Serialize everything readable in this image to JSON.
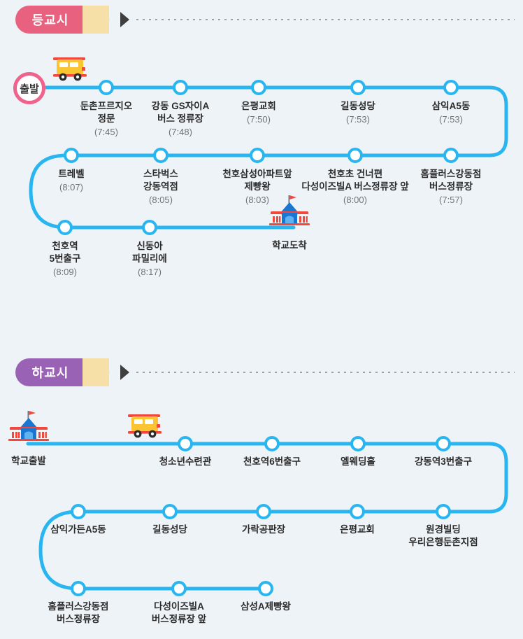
{
  "page": {
    "background_color": "#eef3f7",
    "line_color": "#29b6f0",
    "stop_fill_color": "#ffffff",
    "text_color": "#2b2b2b",
    "time_color": "#6e7479"
  },
  "sections": [
    {
      "id": "morning",
      "header_label": "등교시",
      "header_color": "#e8617f",
      "start": {
        "label": "출발",
        "ring_color": "#f0628c"
      },
      "end": {
        "label": "학교도착",
        "icon": "school-icon"
      },
      "bus_icon": "school-bus-icon",
      "stops": [
        {
          "name": "둔촌프르지오\n정문",
          "name_lines": [
            "둔촌프르지오",
            "정문"
          ],
          "time": "(7:45)"
        },
        {
          "name": "강동 GS자이A\n버스 정류장",
          "name_lines": [
            "강동 GS자이A",
            "버스 정류장"
          ],
          "time": "(7:48)"
        },
        {
          "name": "은평교회",
          "name_lines": [
            "은평교회"
          ],
          "time": "(7:50)"
        },
        {
          "name": "길동성당",
          "name_lines": [
            "길동성당"
          ],
          "time": "(7:53)"
        },
        {
          "name": "삼익A5동",
          "name_lines": [
            "삼익A5동"
          ],
          "time": "(7:53)"
        },
        {
          "name": "홈플러스강동점\n버스정류장",
          "name_lines": [
            "홈플러스강동점",
            "버스정류장"
          ],
          "time": "(7:57)"
        },
        {
          "name": "천호초 건너편\n다성이즈빌A 버스정류장 앞",
          "name_lines": [
            "천호초 건너편",
            "다성이즈빌A 버스정류장 앞"
          ],
          "time": "(8:00)"
        },
        {
          "name": "천호삼성아파트앞\n제빵왕",
          "name_lines": [
            "천호삼성아파트앞",
            "제빵왕"
          ],
          "time": "(8:03)"
        },
        {
          "name": "스타벅스\n강동역점",
          "name_lines": [
            "스타벅스",
            "강동역점"
          ],
          "time": "(8:05)"
        },
        {
          "name": "트레벨",
          "name_lines": [
            "트레벨"
          ],
          "time": "(8:07)"
        },
        {
          "name": "천호역\n5번출구",
          "name_lines": [
            "천호역",
            "5번출구"
          ],
          "time": "(8:09)"
        },
        {
          "name": "신동아\n파밀리에",
          "name_lines": [
            "신동아",
            "파밀리에"
          ],
          "time": "(8:17)"
        }
      ]
    },
    {
      "id": "afternoon",
      "header_label": "하교시",
      "header_color": "#9a62b5",
      "start": {
        "label": "학교출발",
        "icon": "school-icon"
      },
      "bus_icon": "school-bus-icon",
      "stops": [
        {
          "name": "청소년수련관",
          "name_lines": [
            "청소년수련관"
          ],
          "time": ""
        },
        {
          "name": "천호역6번출구",
          "name_lines": [
            "천호역6번출구"
          ],
          "time": ""
        },
        {
          "name": "엘웨딩홀",
          "name_lines": [
            "엘웨딩홀"
          ],
          "time": ""
        },
        {
          "name": "강동역3번출구",
          "name_lines": [
            "강동역3번출구"
          ],
          "time": ""
        },
        {
          "name": "원경빌딩\n우리은행둔촌지점",
          "name_lines": [
            "원경빌딩",
            "우리은행둔촌지점"
          ],
          "time": ""
        },
        {
          "name": "은평교회",
          "name_lines": [
            "은평교회"
          ],
          "time": ""
        },
        {
          "name": "가락공판장",
          "name_lines": [
            "가락공판장"
          ],
          "time": ""
        },
        {
          "name": "길동성당",
          "name_lines": [
            "길동성당"
          ],
          "time": ""
        },
        {
          "name": "삼익가든A5동",
          "name_lines": [
            "삼익가든A5동"
          ],
          "time": ""
        },
        {
          "name": "홈플러스강동점\n버스정류장",
          "name_lines": [
            "홈플러스강동점",
            "버스정류장"
          ],
          "time": ""
        },
        {
          "name": "다성이즈빌A\n버스정류장 앞",
          "name_lines": [
            "다성이즈빌A",
            "버스정류장 앞"
          ],
          "time": ""
        },
        {
          "name": "삼성A제빵왕",
          "name_lines": [
            "삼성A제빵왕"
          ],
          "time": ""
        }
      ]
    }
  ]
}
